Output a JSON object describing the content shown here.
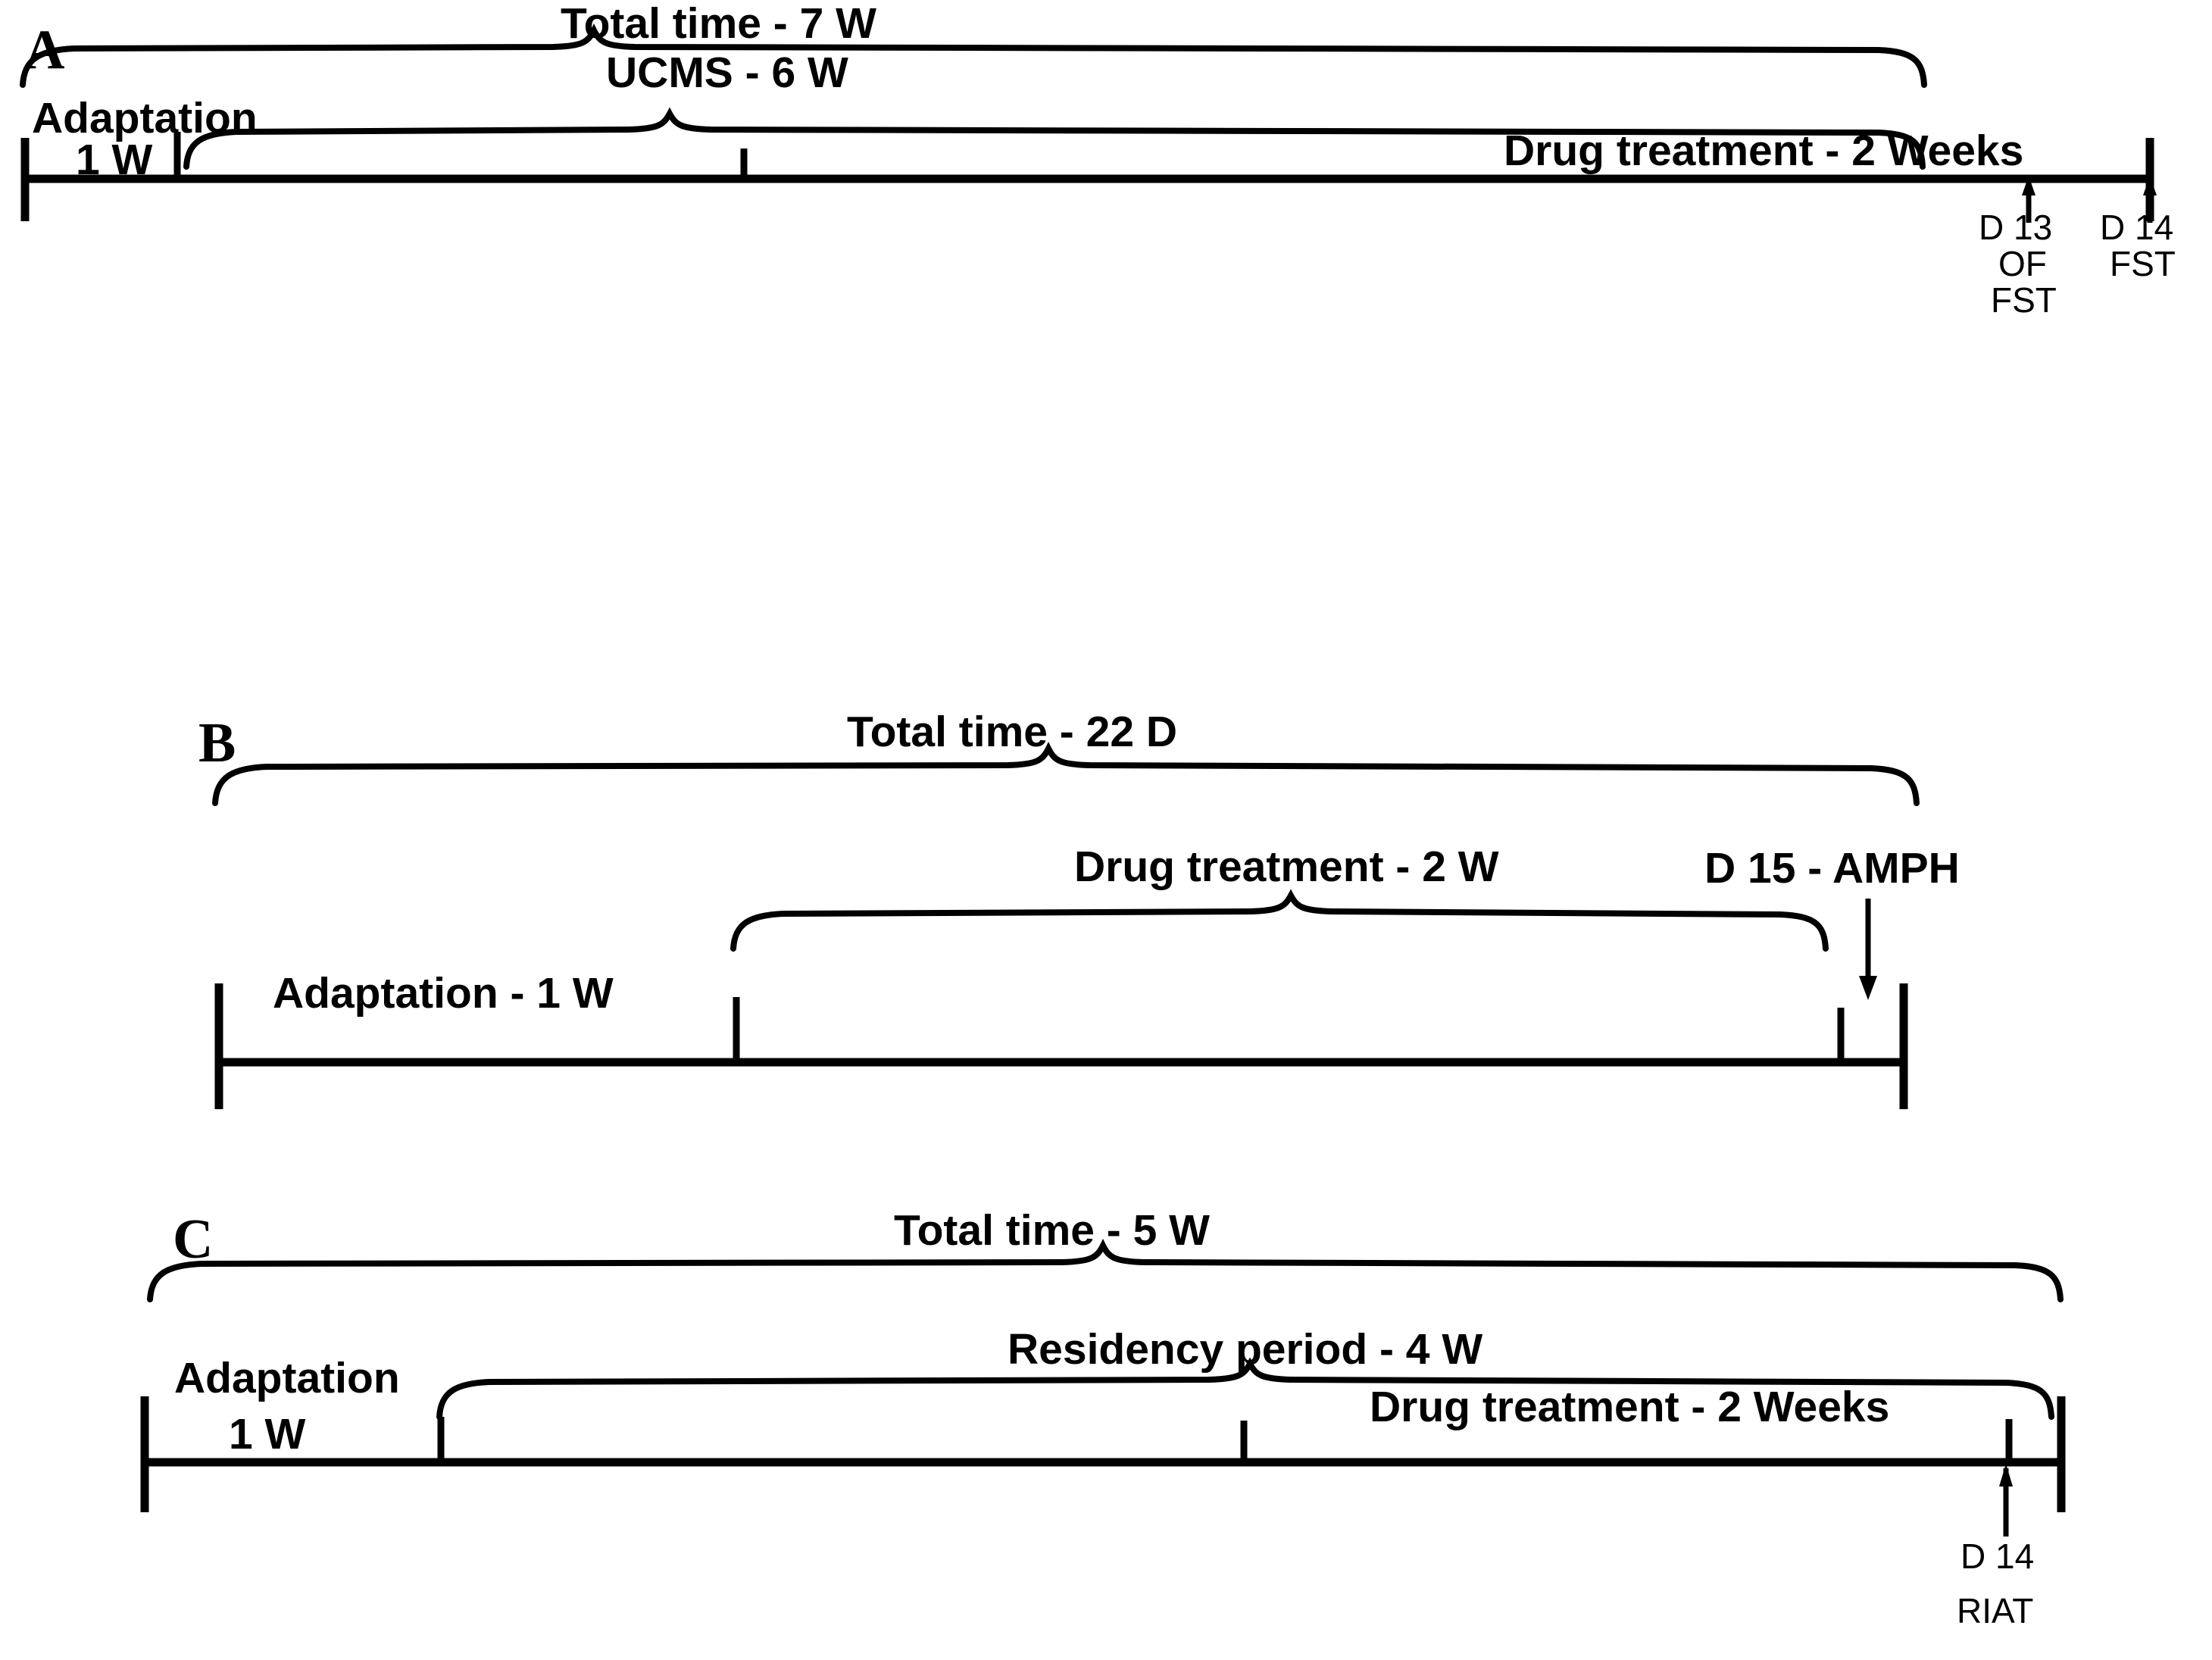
{
  "figure": {
    "type": "experimental-timeline-diagram",
    "background_color": "#ffffff",
    "line_color": "#000000",
    "panels": [
      {
        "id": "A",
        "letter": "A",
        "braces": [
          {
            "name": "total-time",
            "label": "Total time - 7 W"
          },
          {
            "name": "ucms",
            "label": "UCMS - 6 W"
          }
        ],
        "segments": [
          {
            "name": "adaptation",
            "label_line1": "Adaptation",
            "label_line2": "1 W"
          },
          {
            "name": "drug-treatment",
            "label": "Drug treatment - 2 Weeks"
          }
        ],
        "events": [
          {
            "name": "day-13",
            "day": "D 13",
            "tests": [
              "OF",
              "FST"
            ]
          },
          {
            "name": "day-14",
            "day": "D 14",
            "tests": [
              "FST"
            ]
          }
        ]
      },
      {
        "id": "B",
        "letter": "B",
        "braces": [
          {
            "name": "total-time",
            "label": "Total time - 22 D"
          },
          {
            "name": "drug-treatment",
            "label": "Drug treatment - 2 W"
          }
        ],
        "segments": [
          {
            "name": "adaptation",
            "label": "Adaptation - 1 W"
          }
        ],
        "events": [
          {
            "name": "day-15-amph",
            "label": "D 15 - AMPH"
          }
        ]
      },
      {
        "id": "C",
        "letter": "C",
        "braces": [
          {
            "name": "total-time",
            "label": "Total time - 5 W"
          },
          {
            "name": "residency-period",
            "label": "Residency period - 4 W"
          }
        ],
        "segments": [
          {
            "name": "adaptation",
            "label_line1": "Adaptation",
            "label_line2": "1 W"
          },
          {
            "name": "drug-treatment",
            "label": "Drug treatment - 2 Weeks"
          }
        ],
        "events": [
          {
            "name": "day-14",
            "day": "D 14",
            "tests": [
              "RIAT"
            ]
          }
        ]
      }
    ]
  }
}
